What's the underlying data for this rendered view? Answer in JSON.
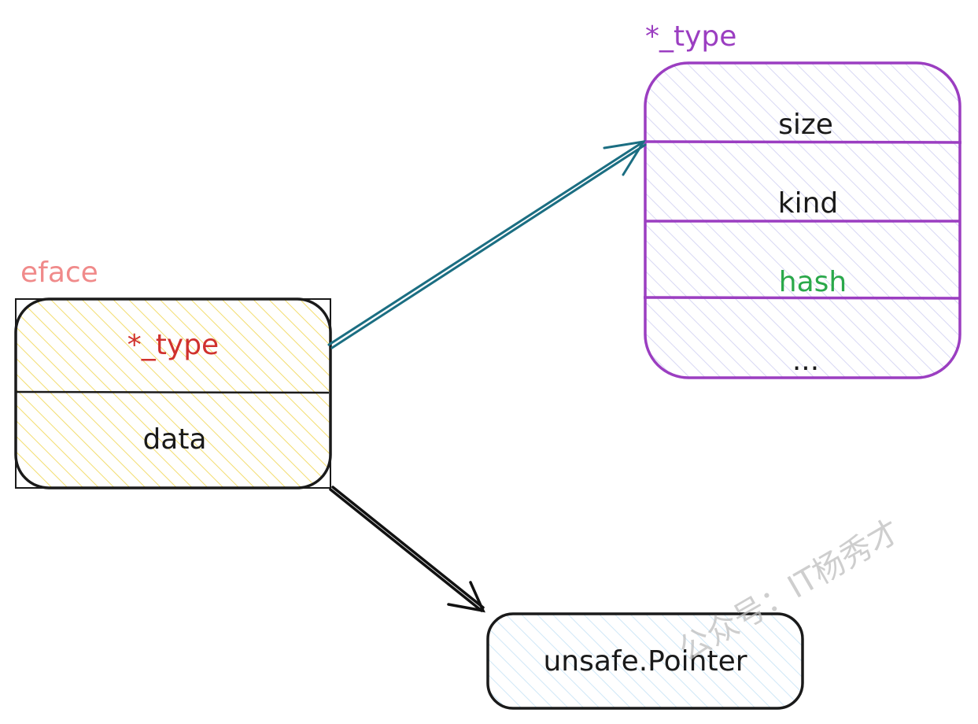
{
  "colors": {
    "eface_title": "#f08a8a",
    "eface_fill": "#f5e27a",
    "eface_type_text": "#d0312d",
    "type_struct": "#9b3ec1",
    "type_fill": "#c9c9f0",
    "hash_text": "#2aa84a",
    "arrow_type": "#1b6e82",
    "arrow_data": "#111111",
    "pointer_fill": "#bfe0f5",
    "text": "#1a1a1a",
    "watermark": "#bdbdbd"
  },
  "eface": {
    "title": "eface",
    "field_type": "*_type",
    "field_data": "data"
  },
  "type_struct": {
    "title": "*_type",
    "fields": [
      "size",
      "kind",
      "hash",
      "..."
    ]
  },
  "pointer": {
    "label": "unsafe.Pointer"
  },
  "watermark": {
    "text": "公众号：IT杨秀才"
  }
}
